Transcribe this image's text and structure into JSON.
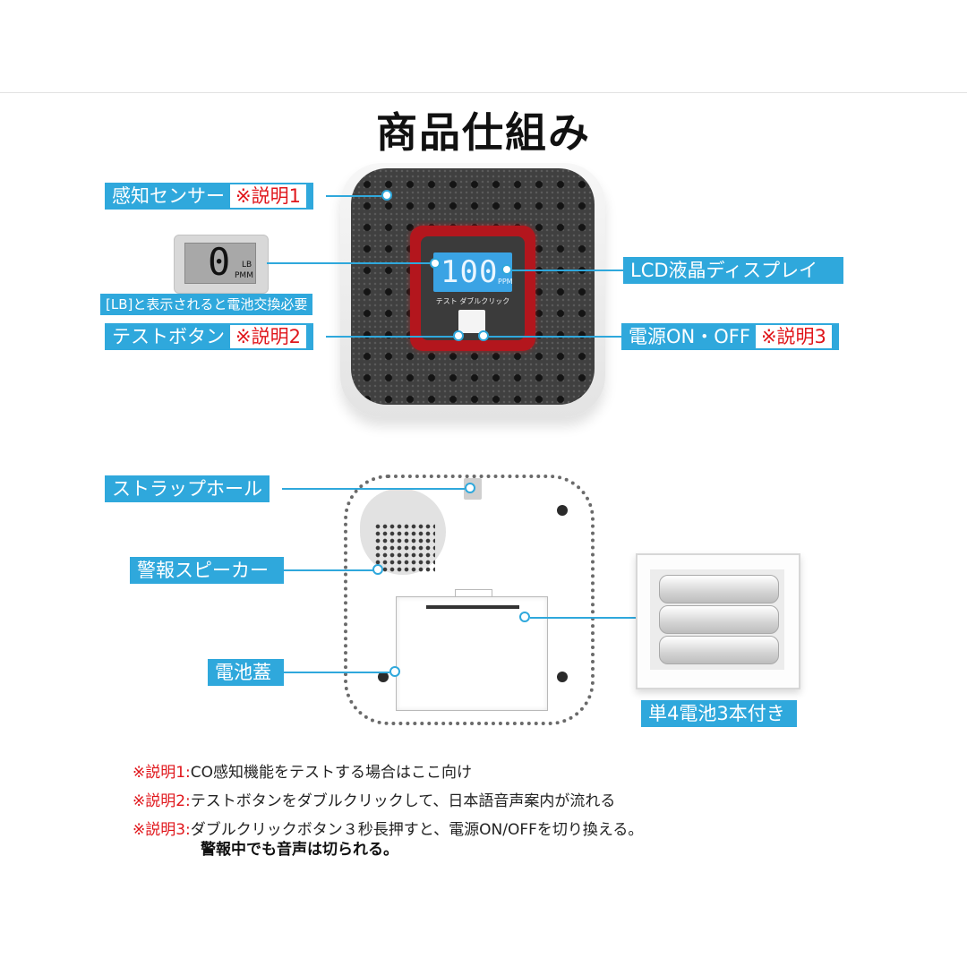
{
  "title": "商品仕組み",
  "front": {
    "lcd_value": "100",
    "lcd_unit": "PPM",
    "panel_label": "テスト ダブルクリック",
    "lb_display": {
      "digit": "0",
      "lb": "LB",
      "ppm": "PMM"
    },
    "lb_caption": "[LB]と表示されると電池交換必要"
  },
  "callouts": {
    "sensor": {
      "label": "感知センサー",
      "note": "※説明1"
    },
    "lcd": {
      "label": "LCD液晶ディスプレイ"
    },
    "test_button": {
      "label": "テストボタン",
      "note": "※説明2"
    },
    "power": {
      "label": "電源ON・OFF",
      "note": "※説明3"
    },
    "strap_hole": {
      "label": "ストラップホール"
    },
    "speaker": {
      "label": "警報スピーカー"
    },
    "battery_cover": {
      "label": "電池蓋"
    },
    "batteries": {
      "label": "単4電池3本付き"
    }
  },
  "notes": [
    {
      "mark": "※説明1:",
      "text": "CO感知機能をテストする場合はここ向け"
    },
    {
      "mark": "※説明2:",
      "text": "テストボタンをダブルクリックして、日本語音声案内が流れる"
    },
    {
      "mark": "※説明3:",
      "text": "ダブルクリックボタン３秒長押すと、電源ON/OFFを切り換える。"
    }
  ],
  "note3_extra": "警報中でも音声は切られる。",
  "colors": {
    "accent": "#2fa8dc",
    "note_red": "#e0161b",
    "frame_red": "#b3161d",
    "lcd_blue": "#3aa3e4"
  }
}
